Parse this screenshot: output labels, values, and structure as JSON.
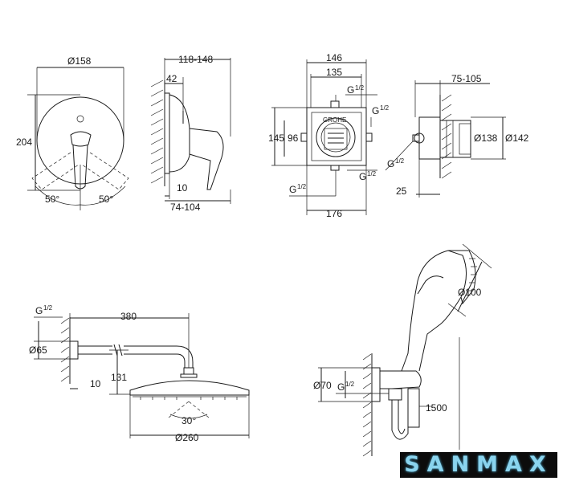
{
  "labels": {
    "valve_diameter": "Ø158",
    "valve_height": "204",
    "angle_left": "50°",
    "angle_right": "50°",
    "depth_range": "118-148",
    "depth_42": "42",
    "depth_10": "10",
    "projection": "74-104",
    "box_width_146": "146",
    "box_width_135": "135",
    "box_height_145": "145",
    "box_height_96": "96",
    "box_width_176": "176",
    "g_half": "G",
    "fraction": "1/2",
    "body_depth": "75-105",
    "diam_138": "Ø138",
    "diam_142": "Ø142",
    "dim_25": "25",
    "arm_length": "380",
    "flange_diam": "Ø65",
    "wall_10": "10",
    "drop_131": "131",
    "tilt_angle": "30°",
    "head_diam": "Ø260",
    "hand_diam": "Ø100",
    "outlet_diam": "Ø70",
    "hose_length": "1500",
    "logo_text": "GROHE"
  },
  "brand": "SANMAX"
}
